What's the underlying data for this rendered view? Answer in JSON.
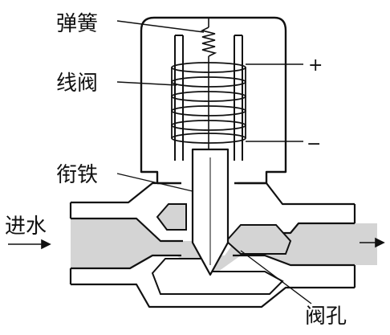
{
  "labels": {
    "spring": "弹簧",
    "coil": "线阀",
    "armature": "衔铁",
    "water_in": "进水",
    "orifice": "阀孔",
    "plus": "+",
    "minus": "−"
  },
  "colors": {
    "line": "#111111",
    "water": "#d4d4d4",
    "background": "#ffffff"
  }
}
